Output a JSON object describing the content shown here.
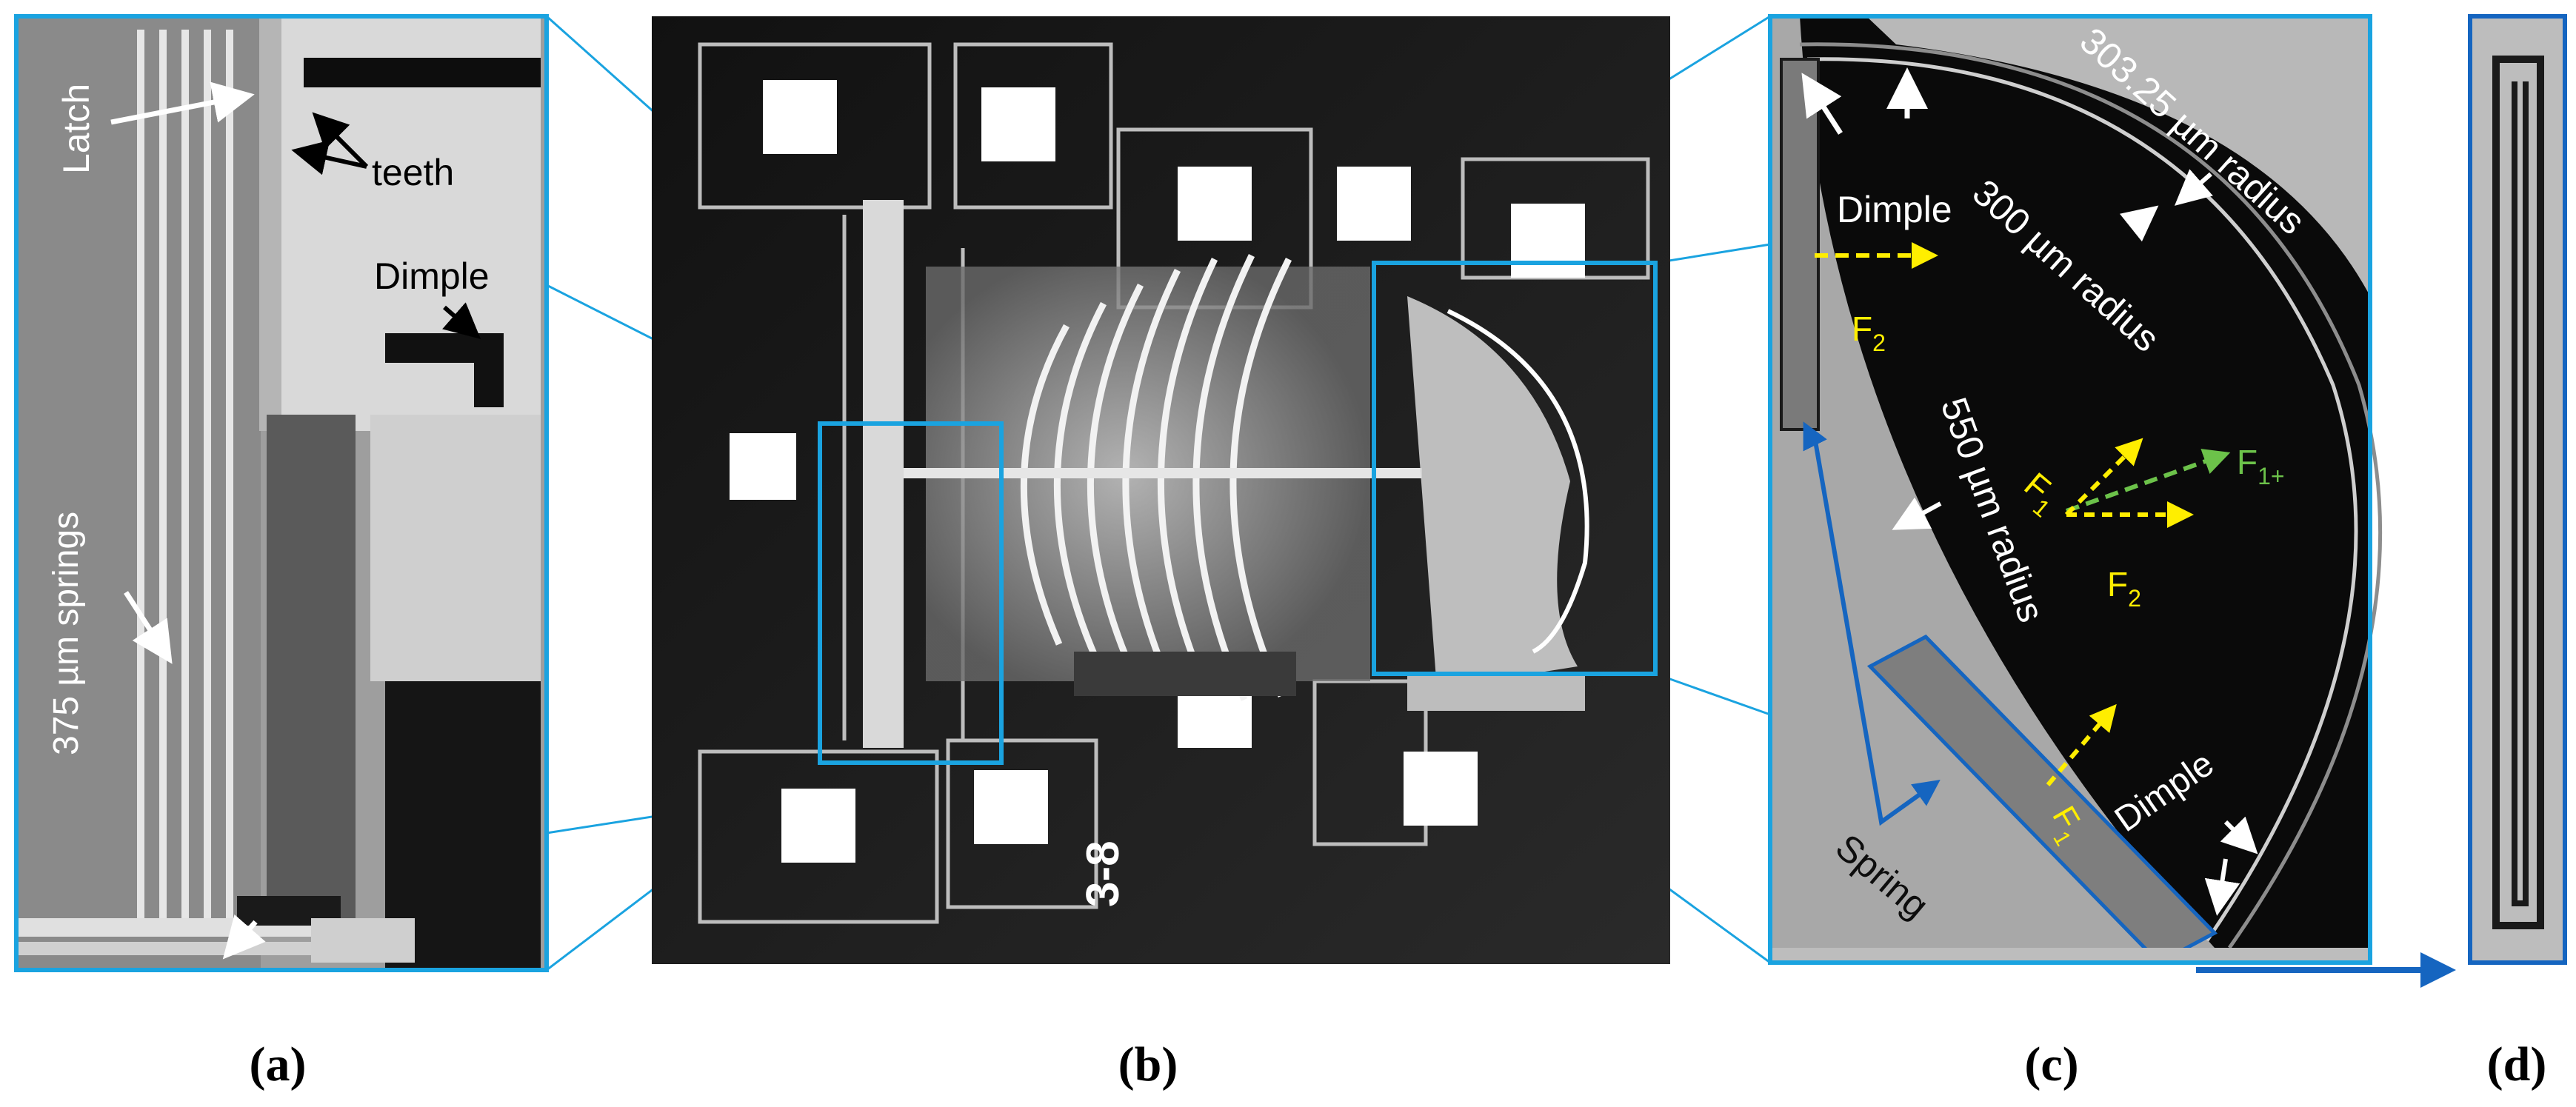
{
  "panels": {
    "a": {
      "caption": "(a)",
      "labels": {
        "latch": "Latch",
        "teeth": "teeth",
        "dimple": "Dimple",
        "springs": "375 µm springs"
      }
    },
    "b": {
      "caption": "(b)",
      "chip_id": "3-8"
    },
    "c": {
      "caption": "(c)",
      "labels": {
        "radius_outer": "303.25 µm radius",
        "radius_inner": "300 µm radius",
        "radius_550": "550 µm radius",
        "dimple_top": "Dimple",
        "dimple_bottom": "Dimple",
        "spring": "Spring",
        "f2_top": "F",
        "f2_top_sub": "2",
        "f1": "F",
        "f1_sub": "1",
        "f1plus": "F",
        "f1plus_sub": "1+",
        "f2_mid": "F",
        "f2_mid_sub": "2",
        "f1_bottom": "F",
        "f1_bottom_sub": "1"
      }
    },
    "d": {
      "caption": "(d)"
    }
  },
  "colors": {
    "frame_blue": "#1aa3e0",
    "spring_blue": "#1565c0",
    "force_yellow": "#ffee00",
    "force_green": "#6cc24a",
    "annotation_white": "#ffffff"
  }
}
